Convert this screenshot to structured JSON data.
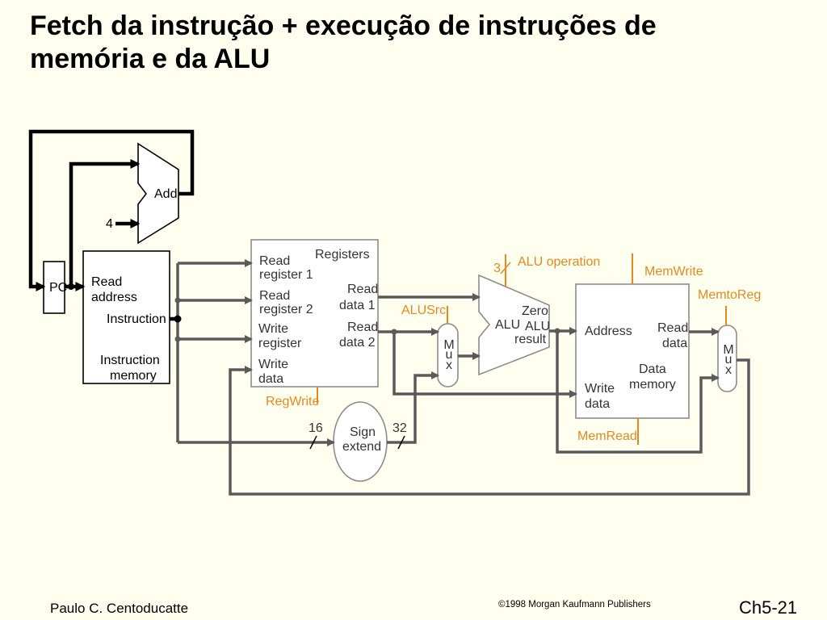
{
  "colors": {
    "background": "#FFFFF0",
    "title_text": "#000000",
    "datapath_wire": "#5A5A5A",
    "pc_wire": "#000000",
    "control_signal": "#E8871E"
  },
  "slide": {
    "title_lines": [
      "Fetch da instrução + execução de instruções de",
      "memória e da ALU"
    ],
    "footer": {
      "author": "Paulo C. Centoducatte",
      "copyright": "©1998 Morgan Kaufmann Publishers",
      "slide_number": "Ch5-21"
    }
  },
  "diagram": {
    "pc": {
      "label": "PC"
    },
    "adder": {
      "label": "Add",
      "constant_input": "4"
    },
    "instruction_memory": {
      "read_address": [
        "Read",
        "address"
      ],
      "instruction_output": "Instruction",
      "name": [
        "Instruction",
        "memory"
      ]
    },
    "registers": {
      "name": "Registers",
      "read_register_1": [
        "Read",
        "register 1"
      ],
      "read_register_2": [
        "Read",
        "register 2"
      ],
      "write_register": [
        "Write",
        "register"
      ],
      "write_data": [
        "Write",
        "data"
      ],
      "read_data_1": [
        "Read",
        "data 1"
      ],
      "read_data_2": [
        "Read",
        "data 2"
      ]
    },
    "sign_extend": {
      "label": [
        "Sign",
        "extend"
      ],
      "input_bits": "16",
      "output_bits": "32"
    },
    "alu_input_mux": {
      "label": [
        "M",
        "u",
        "x"
      ]
    },
    "alu": {
      "label": "ALU",
      "zero_output": "Zero",
      "result_output": [
        "ALU",
        "result"
      ]
    },
    "data_memory": {
      "address": "Address",
      "read_data": [
        "Read",
        "data"
      ],
      "write_data": [
        "Write",
        "data"
      ],
      "name": [
        "Data",
        "memory"
      ]
    },
    "writeback_mux": {
      "label": [
        "M",
        "u",
        "x"
      ]
    },
    "control_signals": {
      "reg_write": "RegWrite",
      "alu_src": "ALUSrc",
      "alu_operation": "ALU operation",
      "alu_operation_bits": "3",
      "mem_write": "MemWrite",
      "mem_to_reg": "MemtoReg",
      "mem_read": "MemRead"
    }
  }
}
